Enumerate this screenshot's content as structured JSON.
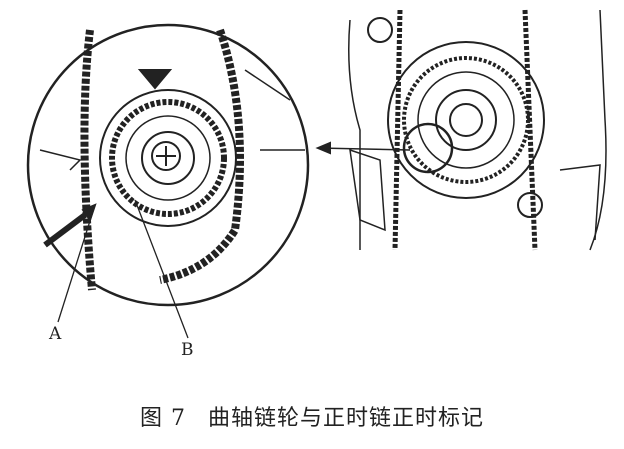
{
  "figure": {
    "number": "图 7",
    "title": "曲轴链轮与正时链正时标记",
    "labels": {
      "a": "A",
      "b": "B"
    }
  },
  "colors": {
    "ink": "#222222",
    "paper": "#ffffff"
  }
}
